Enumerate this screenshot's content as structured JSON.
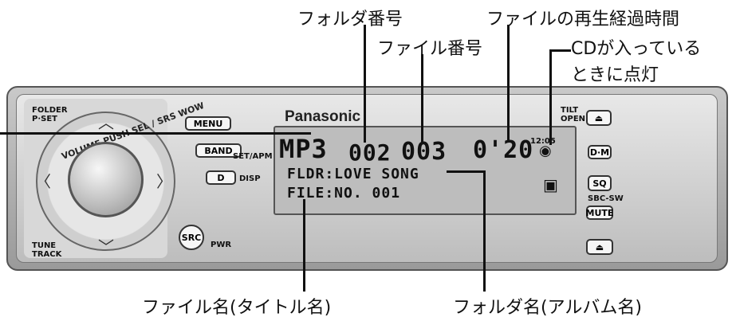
{
  "callouts": {
    "folder_number": "フォルダ番号",
    "file_number": "ファイル番号",
    "playback_time": "ファイルの再生経過時間",
    "cd_indicator_line1": "CDが入っている",
    "cd_indicator_line2": "ときに点灯",
    "file_name": "ファイル名(タイトル名)",
    "folder_name": "フォルダ名(アルバム名)"
  },
  "unit": {
    "brand": "Panasonic",
    "left_labels": {
      "folder": "FOLDER",
      "pset": "P·SET",
      "tune": "TUNE",
      "track": "TRACK",
      "ring": "VOLUME PUSH SEL / SRS WOW"
    },
    "buttons": {
      "menu": "MENU",
      "band": "BAND",
      "set_apm": "SET/APM",
      "d": "D",
      "disp": "DISP",
      "src": "SRC",
      "pwr": "PWR",
      "tilt_open_line1": "TILT",
      "tilt_open_line2": "OPEN",
      "dm": "D·M",
      "sq": "SQ",
      "sbc_sw": "SBC-SW",
      "mute": "MUTE"
    },
    "lcd": {
      "mode": "MP3",
      "folder_number": "002",
      "file_number": "003",
      "time": "0'20",
      "clock": "12:05",
      "folder_line": "FLDR:LOVE SONG",
      "file_line": "FILE:NO. 001"
    }
  }
}
